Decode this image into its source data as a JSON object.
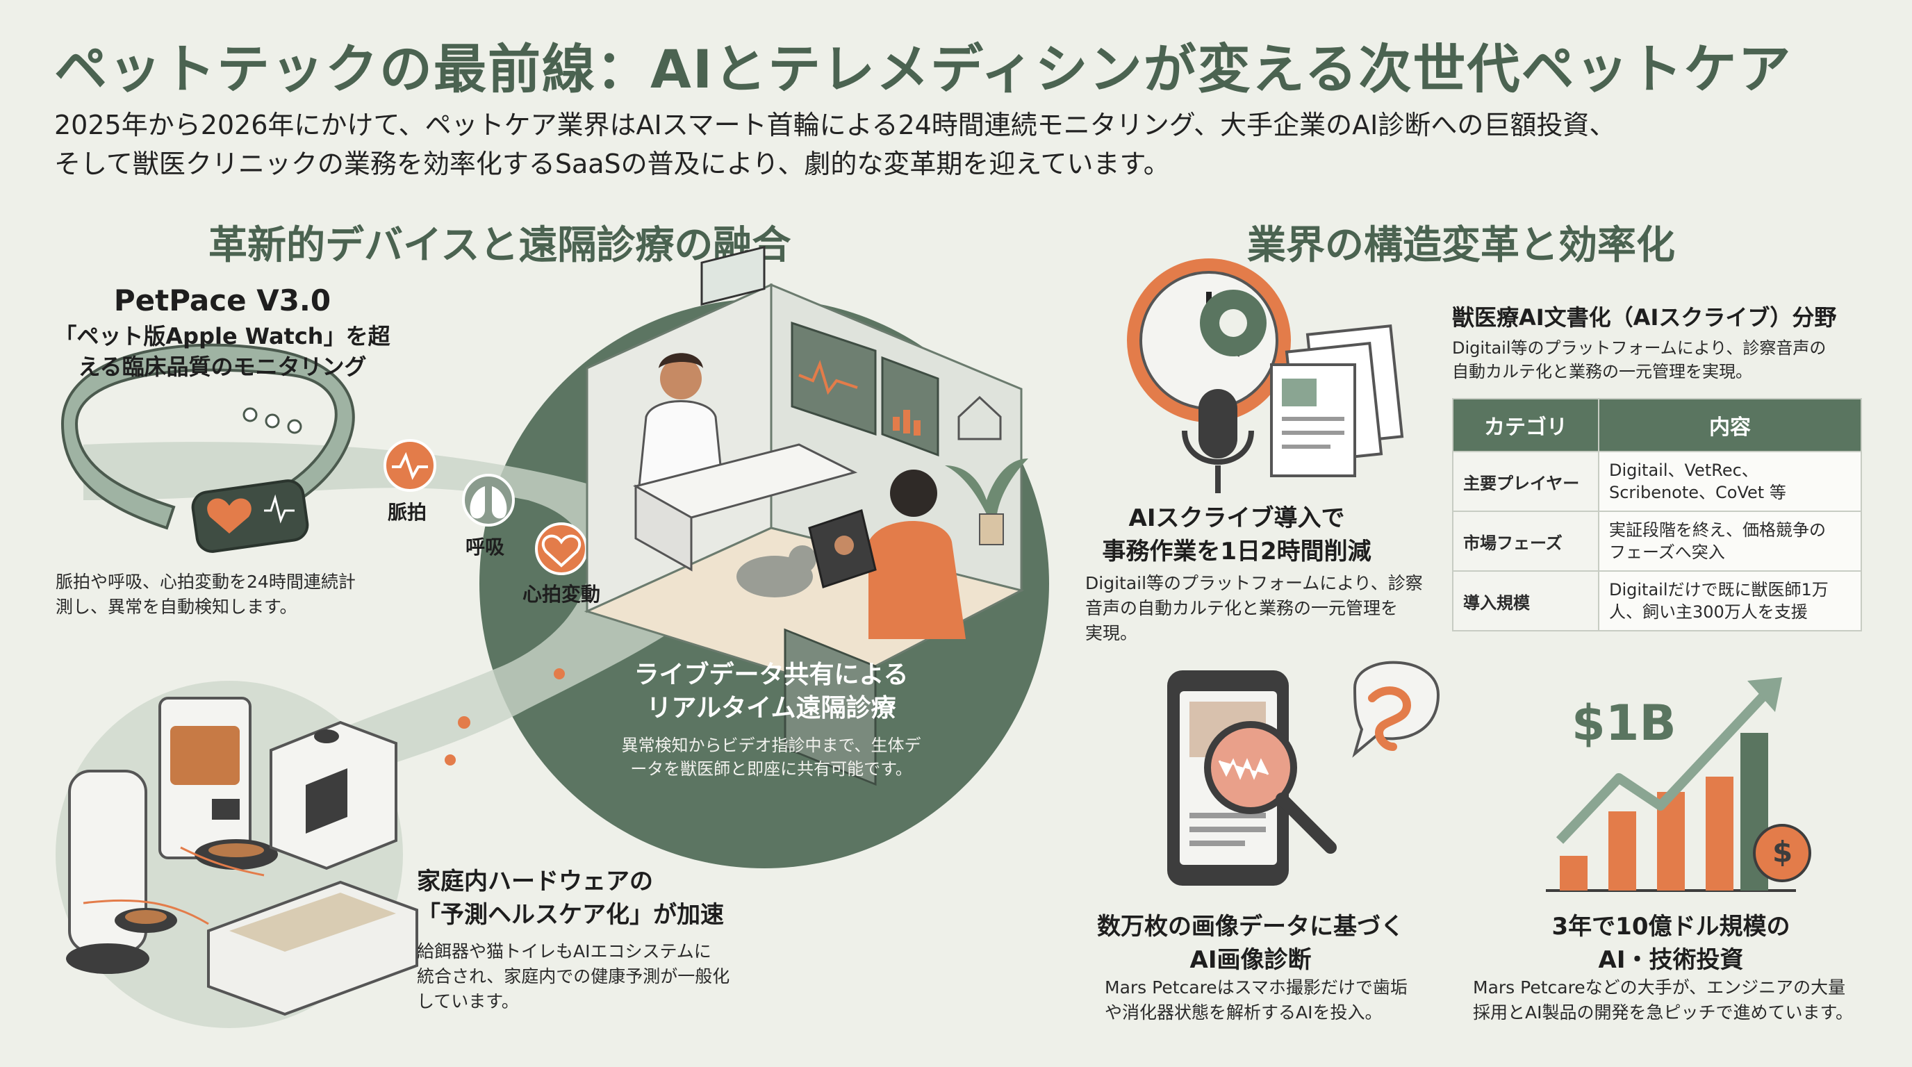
{
  "title": "ペットテックの最前線：AIとテレメディシンが変える次世代ペットケア",
  "lead": [
    "2025年から2026年にかけて、ペットケア業界はAIスマート首輪による24時間連続モニタリング、大手企業のAI診断への巨額投資、",
    "そして獣医クリニックの業務を効率化するSaaSの普及により、劇的な変革期を迎えています。"
  ],
  "left": {
    "heading": "革新的デバイスと遠隔診療の融合",
    "petpace": {
      "title": "PetPace V3.0",
      "subtitle_1": "「ペット版Apple Watch」を超",
      "subtitle_2": "える臨床品質のモニタリング",
      "body_1": "脈拍や呼吸、心拍変動を24時間連続計",
      "body_2": "測し、異常を自動検知します。"
    },
    "vitals": {
      "pulse": "脈拍",
      "breath": "呼吸",
      "hrv": "心拍変動"
    },
    "telemed": {
      "title_1": "ライブデータ共有による",
      "title_2": "リアルタイム遠隔診療",
      "body_1": "異常検知からビデオ指診中まで、生体デ",
      "body_2": "ータを獣医師と即座に共有可能です。"
    },
    "home": {
      "title_1": "家庭内ハードウェアの",
      "title_2": "「予測ヘルスケア化」が加速",
      "body_1": "給餌器や猫トイレもAIエコシステムに",
      "body_2": "統合され、家庭内での健康予測が一般化",
      "body_3": "しています。"
    }
  },
  "right": {
    "heading": "業界の構造変革と効率化",
    "scribe_area": {
      "title": "獣医療AI文書化（AIスクライブ）分野",
      "body_1": "Digitail等のプラットフォームにより、診察音声の",
      "body_2": "自動カルテ化と業務の一元管理を実現。"
    },
    "table": {
      "headers": [
        "カテゴリ",
        "内容"
      ],
      "rows": [
        {
          "category": "主要プレイヤー",
          "content_1": "Digitail、VetRec、",
          "content_2": "Scribenote、CoVet 等"
        },
        {
          "category": "市場フェーズ",
          "content_1": "実証段階を終え、価格競争の",
          "content_2": "フェーズへ突入"
        },
        {
          "category": "導入規模",
          "content_1": "Digitailだけで既に獣医師1万",
          "content_2": "人、飼い主300万人を支援"
        }
      ]
    },
    "scribe": {
      "title_1": "AIスクライブ導入で",
      "title_2": "事務作業を1日2時間削減",
      "body_1": "Digitail等のプラットフォームにより、診察",
      "body_2": "音声の自動カルテ化と業務の一元管理を",
      "body_3": "実現。"
    },
    "image_ai": {
      "title_1": "数万枚の画像データに基づく",
      "title_2": "AI画像診断",
      "body_1": "Mars Petcareはスマホ撮影だけで歯垢",
      "body_2": "や消化器状態を解析するAIを投入。"
    },
    "invest": {
      "amount": "$1B",
      "title_1": "3年で10億ドル規模の",
      "title_2": "AI・技術投資",
      "body_1": "Mars Petcareなどの大手が、エンジニアの大量",
      "body_2": "採用とAI製品の開発を急ピッチで進めています。",
      "coin_symbol": "$"
    }
  },
  "colors": {
    "accent": "#4b6351",
    "orange": "#e37c4a",
    "sage": "#8aa592"
  }
}
